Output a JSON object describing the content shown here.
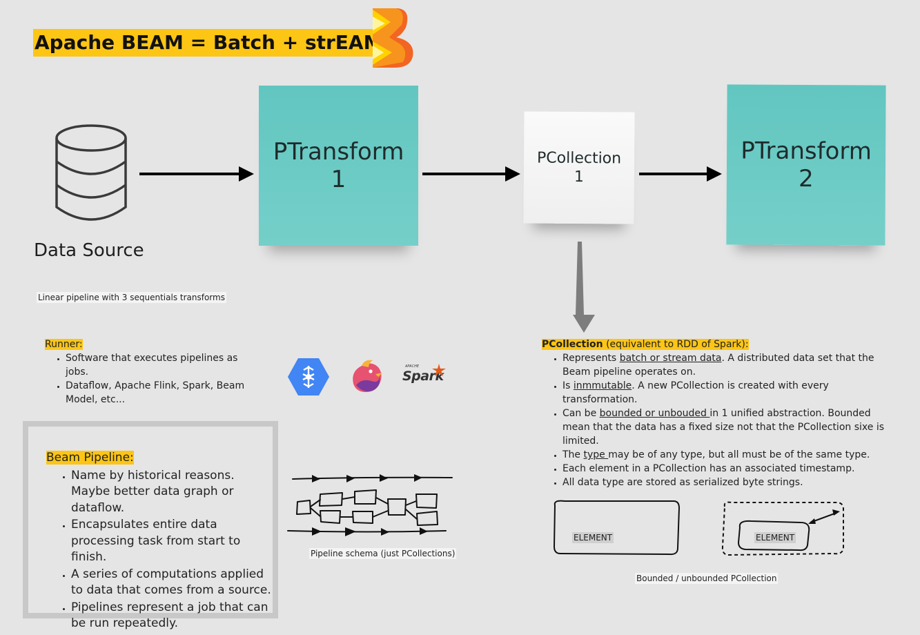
{
  "title": "Apache BEAM = Batch + strEAM",
  "diagram": {
    "data_source_label": "Data Source",
    "ptransform_1": [
      "PTransform",
      "1"
    ],
    "pcollection_1": [
      "PCollection",
      "1"
    ],
    "ptransform_2": [
      "PTransform",
      "2"
    ],
    "caption_linear": "Linear pipeline with 3 sequentials transforms"
  },
  "runner": {
    "heading": "Runner:",
    "items": [
      "Software that executes pipelines as jobs.",
      "Dataflow, Apache Flink, Spark, Beam Model, etc..."
    ],
    "logos": [
      "dataflow-logo",
      "flink-logo",
      "spark-logo"
    ],
    "spark_small": "APACHE",
    "spark_text": "Spark"
  },
  "pcollection": {
    "heading": "PCollection",
    "heading_rest": " (equivalent to RDD of Spark):",
    "items": [
      {
        "before": "Represents ",
        "u": "batch or stream data",
        "after": ". A distributed data set that the Beam pipeline operates on."
      },
      {
        "before": "Is ",
        "u": "inmmutable",
        "after": ". A new PCollection is created with every transformation."
      },
      {
        "before": "Can be ",
        "u": "bounded or unbouded ",
        "after": "in 1 unified abstraction. Bounded mean that the data has a fixed size not that the PCollection sixe is limited."
      },
      {
        "before": "The ",
        "u": "type ",
        "after": "may be of any type, but all must be of the same type."
      },
      {
        "before": "Each element in a PCollection has an associated timestamp.",
        "u": "",
        "after": ""
      },
      {
        "before": "All data type are stored as serialized byte strings.",
        "u": "",
        "after": ""
      }
    ]
  },
  "beam_pipeline": {
    "heading": "Beam Pipeline:",
    "items": [
      "Name by historical reasons. Maybe better data graph or dataflow.",
      "Encapsulates entire data processing task from start to finish.",
      "A series of computations applied to data that comes from a source.",
      "Pipelines represent a job that can be run repeatedly."
    ]
  },
  "pipeline_schema_caption": "Pipeline schema (just PCollections)",
  "bounded": {
    "element_label_1": "ELEMENT",
    "element_label_2": "ELEMENT",
    "caption": "Bounded / unbounded PCollection"
  },
  "colors": {
    "highlight": "#fdc514",
    "sticky_teal": "#6ccbc5",
    "background": "#e5e5e5",
    "arrow": "#000000",
    "grey_arrow": "#7d7d7d",
    "dataflow_blue": "#4285f4",
    "spark_orange": "#e25a1c"
  }
}
